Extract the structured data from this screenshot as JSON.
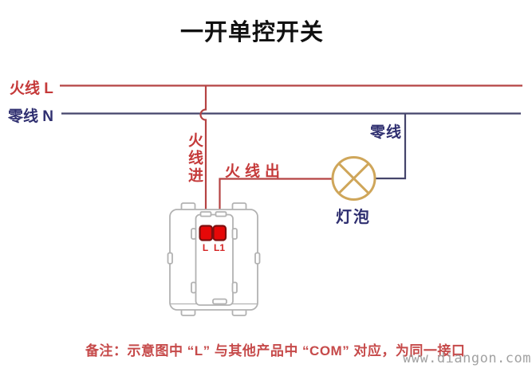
{
  "title": "一开单控开关",
  "labels": {
    "live_line": "火线 L",
    "neutral_line": "零线 N",
    "live_in": "火线进",
    "live_out": "火线出",
    "neutral_branch": "零线",
    "bulb": "灯泡"
  },
  "switch": {
    "terminal_left": "L",
    "terminal_right": "L1"
  },
  "note": "备注：示意图中 “L” 与其他产品中 “COM” 对应，为同一接口",
  "watermark": "www.diangon.com",
  "colors": {
    "live_wire": "#b54343",
    "neutral_wire": "#45456b",
    "label_red": "#c53a3a",
    "label_navy": "#2f2f70",
    "lamp_gold": "#cfa65a",
    "terminal_fill": "#e60808",
    "terminal_border": "#7d1010",
    "terminal_text": "#d42525",
    "device_outline": "#b2b2b2",
    "note_red": "#c64a4a",
    "watermark_gray": "#a2a2a2",
    "title_black": "#111111"
  }
}
